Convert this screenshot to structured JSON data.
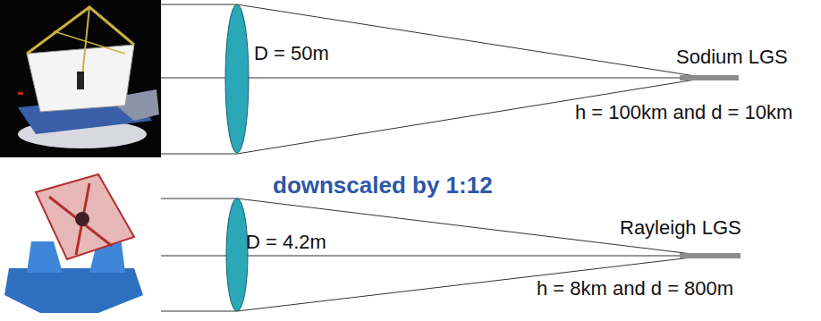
{
  "diagram": {
    "labels": [
      "D = 50m",
      "Sodium LGS",
      "h = 100km and d = 10km",
      "downscaled by 1:12",
      "D = 4.2m",
      "Rayleigh LGS",
      "h = 8km and d = 800m"
    ]
  }
}
